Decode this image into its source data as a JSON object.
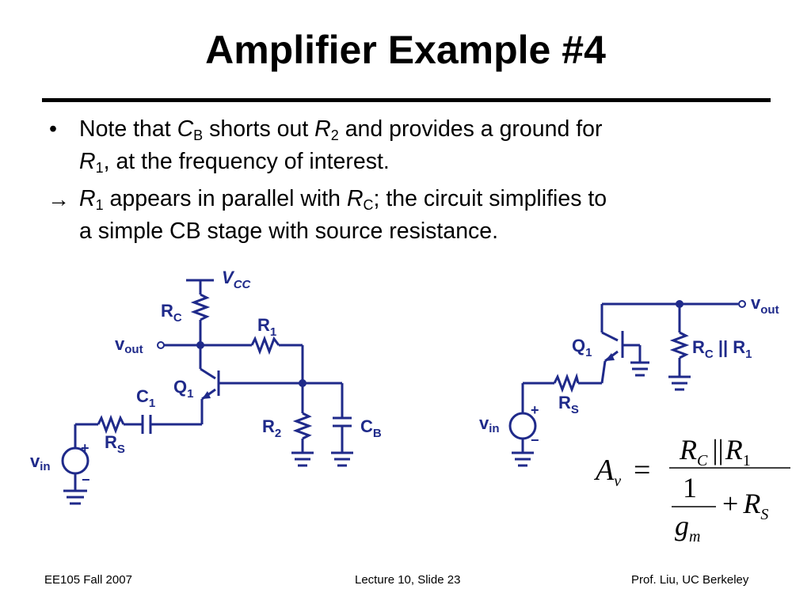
{
  "title": "Amplifier Example #4",
  "bullet1": {
    "t1": "Note that ",
    "c": "C",
    "c_sub": "B",
    "t2": " shorts out ",
    "r": "R",
    "r_sub": "2",
    "t3": " and provides a ground for",
    "r1": "R",
    "r1_sub": "1",
    "t4": ", at the frequency of interest."
  },
  "bullet2": {
    "arrow": "→",
    "r": "R",
    "r_sub": "1",
    "t1": " appears in parallel with ",
    "rc": "R",
    "rc_sub": "C",
    "t2": "; the circuit simplifies to",
    "t3": "a simple CB stage with source resistance."
  },
  "circuit_left": {
    "vcc": "V",
    "vcc_sub": "CC",
    "rc": "R",
    "rc_sub": "C",
    "r1": "R",
    "r1_sub": "1",
    "vout": "v",
    "vout_sub": "out",
    "q1": "Q",
    "q1_sub": "1",
    "c1": "C",
    "c1_sub": "1",
    "rs": "R",
    "rs_sub": "S",
    "r2": "R",
    "r2_sub": "2",
    "cb": "C",
    "cb_sub": "B",
    "vin": "v",
    "vin_sub": "in",
    "plus": "+",
    "minus": "−"
  },
  "circuit_right": {
    "vout": "v",
    "vout_sub": "out",
    "q1": "Q",
    "q1_sub": "1",
    "rcr1": "R",
    "rcr1_sub_c": "C",
    "rcr1_par": " || R",
    "rcr1_sub_1": "1",
    "rs": "R",
    "rs_sub": "S",
    "vin": "v",
    "vin_sub": "in",
    "plus": "+",
    "minus": "−"
  },
  "formula": {
    "a": "A",
    "a_sub": "v",
    "eq": "=",
    "num_r": "R",
    "num_sub_c": "C",
    "num_par": "||",
    "num_r1": "R",
    "num_sub_1": "1",
    "den_one": "1",
    "den_g": "g",
    "den_sub_m": "m",
    "den_plus": "+",
    "den_r": "R",
    "den_sub_s": "S"
  },
  "footer": {
    "left": "EE105 Fall 2007",
    "center": "Lecture 10, Slide 23",
    "right": "Prof. Liu, UC Berkeley"
  }
}
